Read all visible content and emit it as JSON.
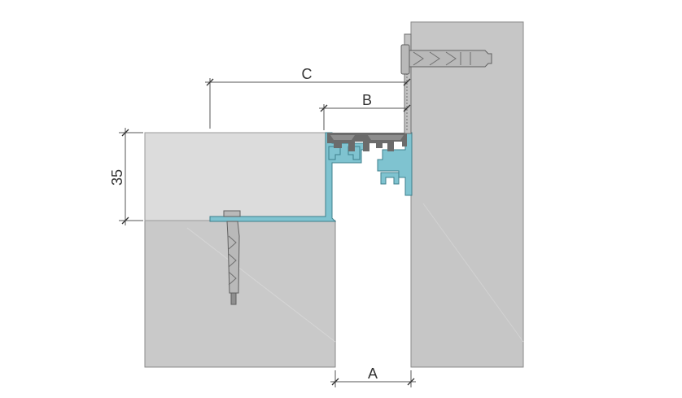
{
  "dimensions": {
    "a_label": "A",
    "b_label": "B",
    "c_label": "C",
    "height_label": "35"
  },
  "colors": {
    "concrete_left": "#c9c9c9",
    "screed": "#dcdcdc",
    "concrete_right": "#c6c6c6",
    "aluminium_profile": "#7fc3d0",
    "aluminium_outline": "#3d7f8c",
    "rubber_insert": "#6b6b6b",
    "anchor_metal": "#b9b9b9",
    "dimension_line": "#555555"
  }
}
